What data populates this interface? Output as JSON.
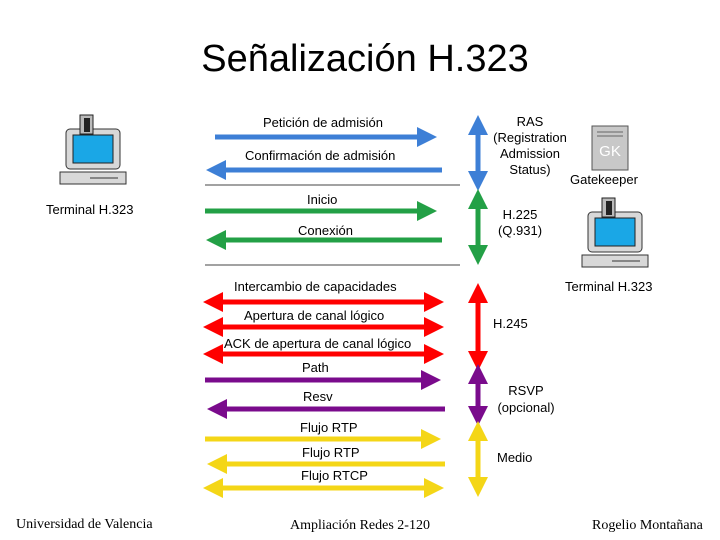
{
  "title": "Señalización H.323",
  "messages": {
    "peticion": "Petición de admisión",
    "confirmacion": "Confirmación de admisión",
    "inicio": "Inicio",
    "conexion": "Conexión",
    "intercambio": "Intercambio de capacidades",
    "apertura": "Apertura de canal lógico",
    "ack": "ACK de apertura de canal lógico",
    "path": "Path",
    "resv": "Resv",
    "flujo_rtp_1": "Flujo RTP",
    "flujo_rtp_2": "Flujo RTP",
    "flujo_rtcp": "Flujo RTCP"
  },
  "phases": {
    "ras_line1": "RAS",
    "ras_line2": "(Registration",
    "ras_line3": "Admission",
    "ras_line4": "Status)",
    "h225_line1": "H.225",
    "h225_line2": "(Q.931)",
    "h245": "H.245",
    "rsvp_line1": "RSVP",
    "rsvp_line2": "(opcional)",
    "medio": "Medio"
  },
  "nodes": {
    "terminal_left": "Terminal H.323",
    "terminal_right": "Terminal H.323",
    "gatekeeper": "Gatekeeper",
    "gk_label": "GK"
  },
  "footer": {
    "left": "Universidad de Valencia",
    "center": "Ampliación Redes 2-120",
    "right": "Rogelio Montañana"
  },
  "colors": {
    "blue": "#3d7fd6",
    "green": "#23a046",
    "red": "#ff0000",
    "purple": "#7a0b8c",
    "yellow": "#f4d617"
  }
}
